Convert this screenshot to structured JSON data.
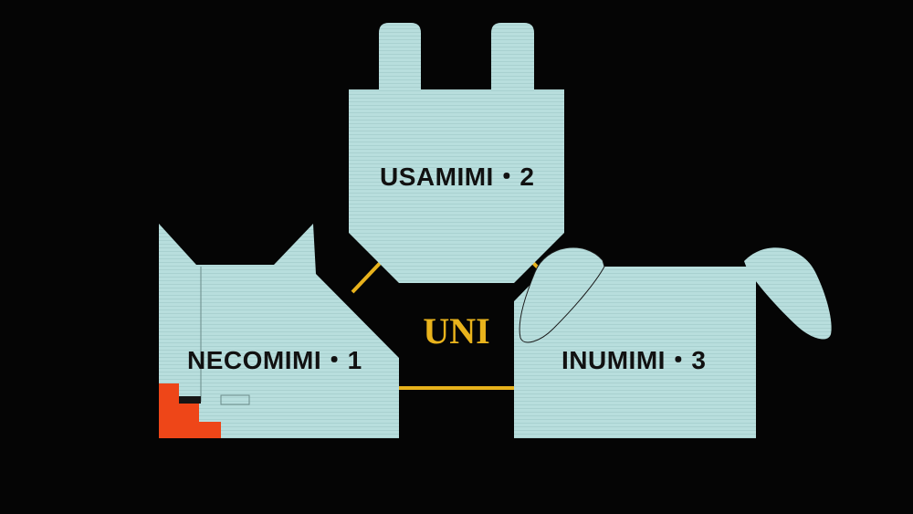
{
  "nodes": {
    "usamimi": {
      "label": "USAMIMI・2"
    },
    "necomimi": {
      "label": "NECOMIMI・1"
    },
    "inumimi": {
      "label": "INUMIMI・3"
    }
  },
  "center": {
    "label": "UNI"
  },
  "colors": {
    "background": "#050505",
    "panel": "#b8dedd",
    "connector": "#e8b21c",
    "center_text": "#e9b31c",
    "accent": "#ee4618",
    "label_text": "#111111"
  }
}
